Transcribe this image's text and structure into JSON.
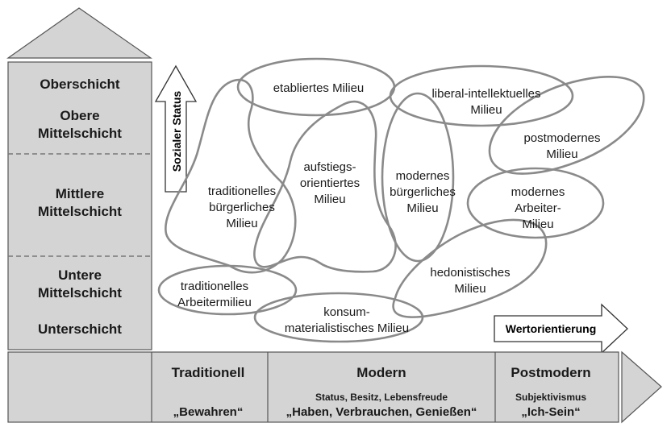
{
  "strata": {
    "oberschicht": "Oberschicht",
    "obere_line1": "Obere",
    "obere_line2": "Mittelschicht",
    "mittlere_line1": "Mittlere",
    "mittlere_line2": "Mittelschicht",
    "untere_line1": "Untere",
    "untere_line2": "Mittelschicht",
    "unterschicht": "Unterschicht"
  },
  "axes": {
    "status_label": "Sozialer Status",
    "value_label": "Wertorientierung"
  },
  "milieus": {
    "etabliert": [
      "etabliertes Milieu"
    ],
    "liberal": [
      "liberal-intellektuelles",
      "Milieu"
    ],
    "postmodern": [
      "postmodernes",
      "Milieu"
    ],
    "aufstieg": [
      "aufstiegs-",
      "orientiertes",
      "Milieu"
    ],
    "traditionell_buergerlich": [
      "traditionelles",
      "bürgerliches",
      "Milieu"
    ],
    "modern_buergerlich": [
      "modernes",
      "bürgerliches",
      "Milieu"
    ],
    "modern_arbeiter": [
      "modernes",
      "Arbeiter-",
      "Milieu"
    ],
    "hedonistisch": [
      "hedonistisches",
      "Milieu"
    ],
    "traditionell_arbeiter": [
      "traditionelles",
      "Arbeitermilieu"
    ],
    "konsum": [
      "konsum-",
      "materialistisches Milieu"
    ]
  },
  "bottom": {
    "traditionell": {
      "title": "Traditionell",
      "quote": "„Bewahren“"
    },
    "modern": {
      "title": "Modern",
      "sub": "Status, Besitz, Lebensfreude",
      "quote": "„Haben, Verbrauchen, Genießen“"
    },
    "postmodern": {
      "title": "Postmodern",
      "sub": "Subjektivismus",
      "quote": "„Ich-Sein“"
    }
  },
  "colors": {
    "panel": "#d4d4d4",
    "stroke": "#7a7a7a",
    "outline": "#555555"
  }
}
